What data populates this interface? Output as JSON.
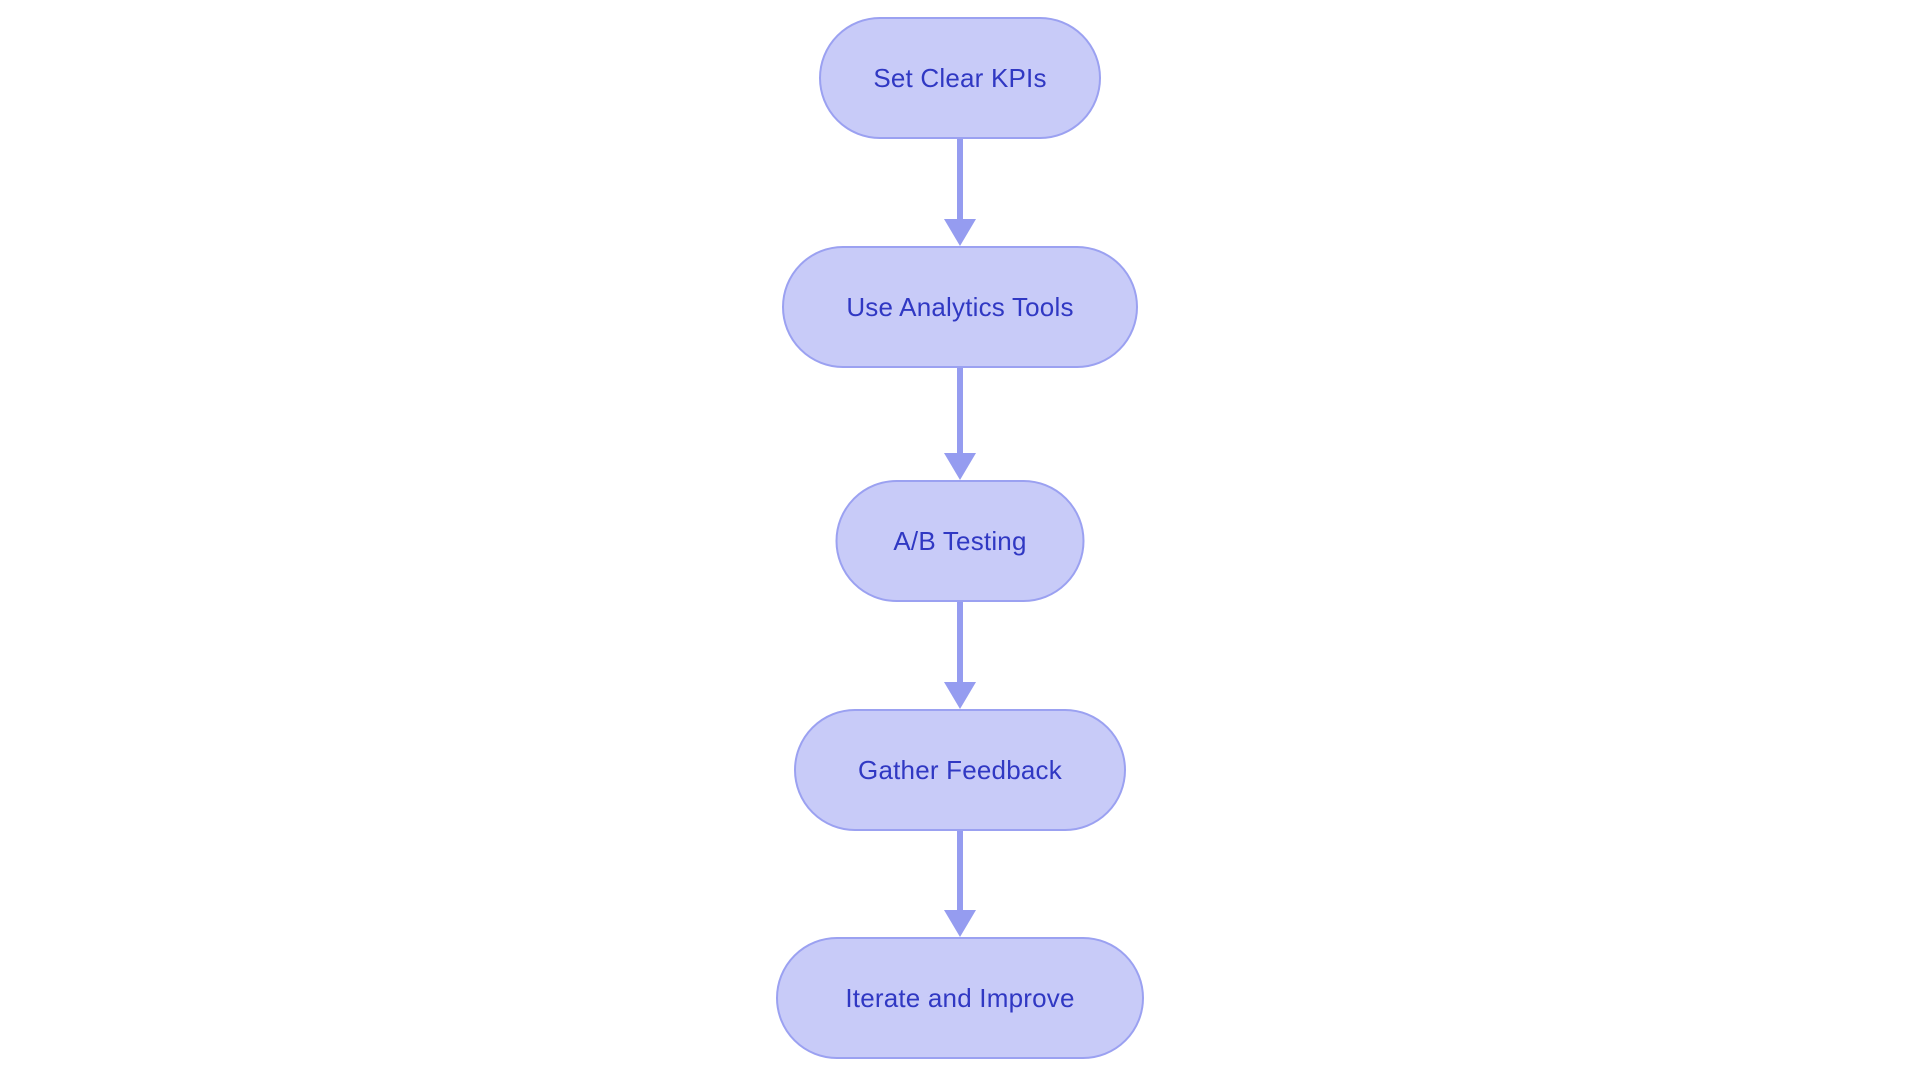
{
  "diagram": {
    "type": "flowchart",
    "direction": "top-down",
    "background_color": "#ffffff",
    "node_style": {
      "shape": "pill",
      "fill_color": "#c8cbf8",
      "border_color": "#9ba1f1",
      "text_color": "#3038c3"
    },
    "arrow_color": "#959cf0",
    "nodes": [
      {
        "id": "n1",
        "label": "Set Clear KPIs"
      },
      {
        "id": "n2",
        "label": "Use Analytics Tools"
      },
      {
        "id": "n3",
        "label": "A/B Testing"
      },
      {
        "id": "n4",
        "label": "Gather Feedback"
      },
      {
        "id": "n5",
        "label": "Iterate and Improve"
      }
    ],
    "edges": [
      {
        "from": "Set Clear KPIs",
        "to": "Use Analytics Tools"
      },
      {
        "from": "Use Analytics Tools",
        "to": "A/B Testing"
      },
      {
        "from": "A/B Testing",
        "to": "Gather Feedback"
      },
      {
        "from": "Gather Feedback",
        "to": "Iterate and Improve"
      }
    ]
  }
}
